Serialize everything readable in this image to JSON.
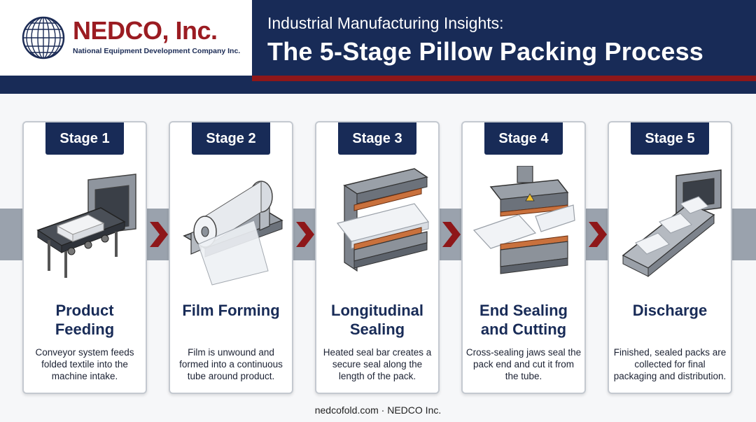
{
  "brand": {
    "name": "NEDCO, Inc.",
    "subtitle": "National Equipment Development Company Inc.",
    "logo_icon": "globe-icon",
    "color_red": "#9b1c22",
    "color_navy": "#182b57"
  },
  "header": {
    "super_title": "Industrial Manufacturing Insights:",
    "title": "The 5-Stage Pillow Packing Process"
  },
  "stages": [
    {
      "tab": "Stage 1",
      "title": "Product Feeding",
      "description": "Conveyor system feeds folded textile into the machine intake.",
      "icon": "conveyor-icon"
    },
    {
      "tab": "Stage 2",
      "title": "Film Forming",
      "description": "Film is unwound and formed into a continuous tube around product.",
      "icon": "film-roll-icon"
    },
    {
      "tab": "Stage 3",
      "title": "Longitudinal Sealing",
      "description": "Heated seal bar creates a secure seal along the length of the pack.",
      "icon": "seal-bar-icon"
    },
    {
      "tab": "Stage 4",
      "title": "End Sealing and Cutting",
      "description": "Cross-sealing jaws seal the pack end and cut it from the tube.",
      "icon": "sealing-jaws-icon"
    },
    {
      "tab": "Stage 5",
      "title": "Discharge",
      "description": "Finished, sealed packs are collected for final packaging and distribution.",
      "icon": "discharge-chute-icon"
    }
  ],
  "footer": {
    "text": "nedcofold.com · NEDCO Inc."
  }
}
